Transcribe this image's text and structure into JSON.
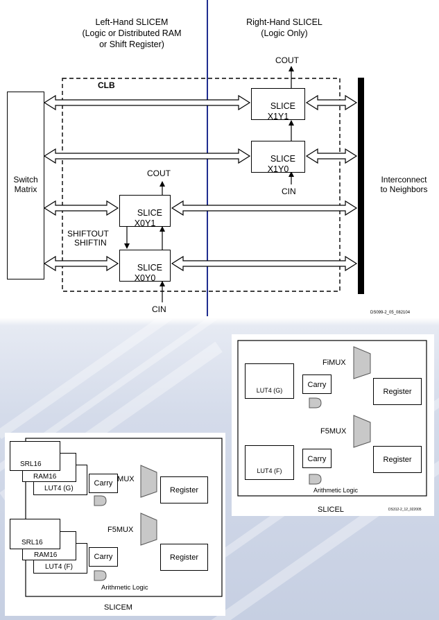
{
  "top_diagram": {
    "left_heading": "Left-Hand SLICEM\n(Logic or Distributed RAM\nor Shift Register)",
    "right_heading": "Right-Hand SLICEL\n(Logic Only)",
    "clb_label": "CLB",
    "switch_matrix": "Switch\nMatrix",
    "interconnect": "Interconnect\nto Neighbors",
    "cout_top": "COUT",
    "cout_mid": "COUT",
    "cin_right": "CIN",
    "cin_bottom": "CIN",
    "shiftout": "SHIFTOUT",
    "shiftin": "SHIFTIN",
    "slices": {
      "x1y1": "SLICE\nX1Y1",
      "x1y0": "SLICE\nX1Y0",
      "x0y1": "SLICE\nX0Y1",
      "x0y0": "SLICE\nX0Y0"
    },
    "figure_code": "DS099-2_05_082104"
  },
  "slicel": {
    "fimux": "FiMUX",
    "f5mux": "F5MUX",
    "lut4_g": "LUT4 (G)",
    "lut4_f": "LUT4 (F)",
    "carry_top": "Carry",
    "carry_bottom": "Carry",
    "register_top": "Register",
    "register_bottom": "Register",
    "arith": "Arithmetic Logic",
    "title": "SLICEL",
    "figure_code": "DS312-2_12_022005"
  },
  "slicem": {
    "srl16_top": "SRL16",
    "ram16_top": "RAM16",
    "lut4_g": "LUT4 (G)",
    "srl16_bottom": "SRL16",
    "ram16_bottom": "RAM16",
    "lut4_f": "LUT4 (F)",
    "fimux": "FiMUX",
    "f5mux": "F5MUX",
    "carry_top": "Carry",
    "carry_bottom": "Carry",
    "register_top": "Register",
    "register_bottom": "Register",
    "arith": "Arithmetic Logic",
    "title": "SLICEM"
  }
}
